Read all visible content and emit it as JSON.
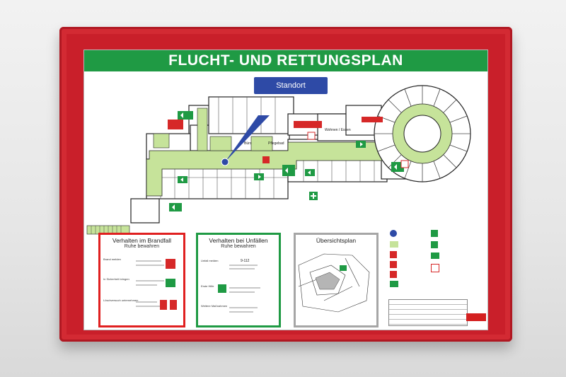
{
  "plan": {
    "title": "FLUCHT- UND RETTUNGSPLAN",
    "location_label": "Standort",
    "rooms": [
      "Büro",
      "Pflegebad",
      "Wohnen / Essen"
    ]
  },
  "boxes": {
    "fire": {
      "title": "Verhalten im Brandfall",
      "subtitle": "Ruhe bewahren",
      "steps": [
        "Brand melden",
        "In Sicherheit bringen",
        "Löschversuch unternehmen"
      ]
    },
    "accident": {
      "title": "Verhalten bei Unfällen",
      "subtitle": "Ruhe bewahren",
      "steps": [
        "Unfall melden",
        "Erste Hilfe",
        "Weitere Maßnahmen"
      ],
      "phone": "9-112"
    },
    "overview": {
      "title": "Übersichtsplan"
    }
  },
  "colors": {
    "frame_red": "#c91f2a",
    "title_green": "#1f9a44",
    "escape_route": "#c6e39a",
    "standort_blue": "#2e4aa6"
  },
  "icons": [
    "emergency-exit-icon",
    "fire-extinguisher-icon",
    "fire-alarm-icon",
    "first-aid-icon",
    "location-marker-icon"
  ]
}
